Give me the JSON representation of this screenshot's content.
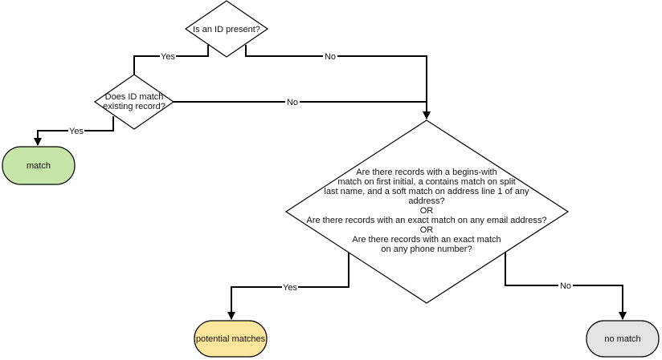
{
  "nodes": {
    "id_present": {
      "lines": [
        "Is an ID present?"
      ]
    },
    "id_match": {
      "lines": [
        "Does ID match",
        "existing record?"
      ]
    },
    "match": {
      "lines": [
        "match"
      ],
      "fill": "#c6e5a8"
    },
    "records_check": {
      "lines": [
        "Are there records with a begins-with",
        "match on first initial, a contains match on split",
        "last name, and a soft match on address line 1 of any",
        "address?",
        "OR",
        "Are there records with an exact match on any email address?",
        "OR",
        "Are there records with an exact match",
        "on any phone number?"
      ]
    },
    "potential_matches": {
      "lines": [
        "potential matches"
      ],
      "fill": "#fce69b"
    },
    "no_match": {
      "lines": [
        "no match"
      ],
      "fill": "#e4e4e4"
    }
  },
  "edges": {
    "id_present_yes": "Yes",
    "id_present_no": "No",
    "id_match_yes": "Yes",
    "id_match_no": "No",
    "records_yes": "Yes",
    "records_no": "No"
  }
}
